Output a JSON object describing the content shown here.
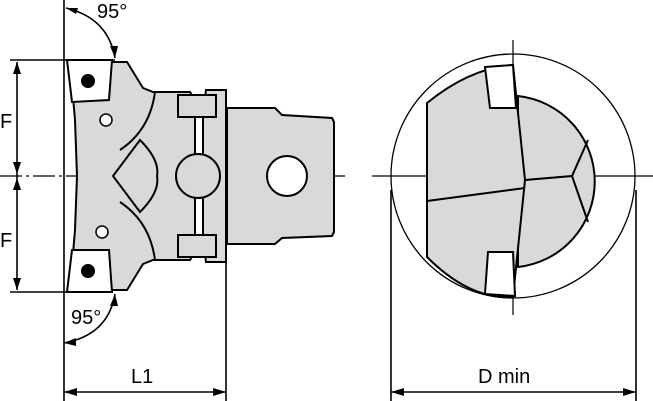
{
  "colors": {
    "line": "#000000",
    "fill": "#d9d9d9",
    "background": "#ffffff"
  },
  "labels": {
    "angle_top": "95°",
    "angle_bottom": "95°",
    "f_top": "F",
    "f_bottom": "F",
    "l1": "L1",
    "d_min": "D min"
  }
}
